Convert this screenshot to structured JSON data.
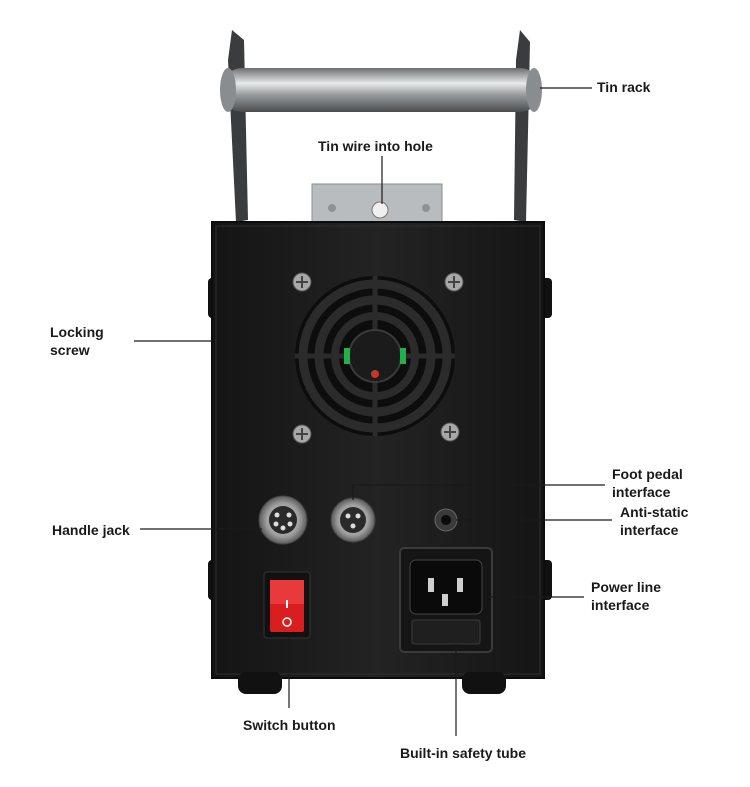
{
  "labels": {
    "tin_rack": "Tin rack",
    "tin_wire_hole": "Tin wire into hole",
    "locking_screw_1": "Locking",
    "locking_screw_2": "screw",
    "foot_pedal_1": "Foot pedal",
    "foot_pedal_2": "interface",
    "anti_static_1": "Anti-static",
    "anti_static_2": "interface",
    "handle_jack": "Handle jack",
    "power_line_1": "Power line",
    "power_line_2": "interface",
    "switch_button": "Switch button",
    "safety_tube": "Built-in safety tube"
  },
  "colors": {
    "body": "#1c1c1c",
    "switch": "#d81e1e",
    "accent_green": "#22b04a",
    "metal": "#b9bcbe",
    "background": "#ffffff"
  },
  "icons": [
    "screw-icon",
    "fan-grille-icon",
    "connector-icon",
    "power-socket-icon",
    "rocker-switch-icon"
  ]
}
